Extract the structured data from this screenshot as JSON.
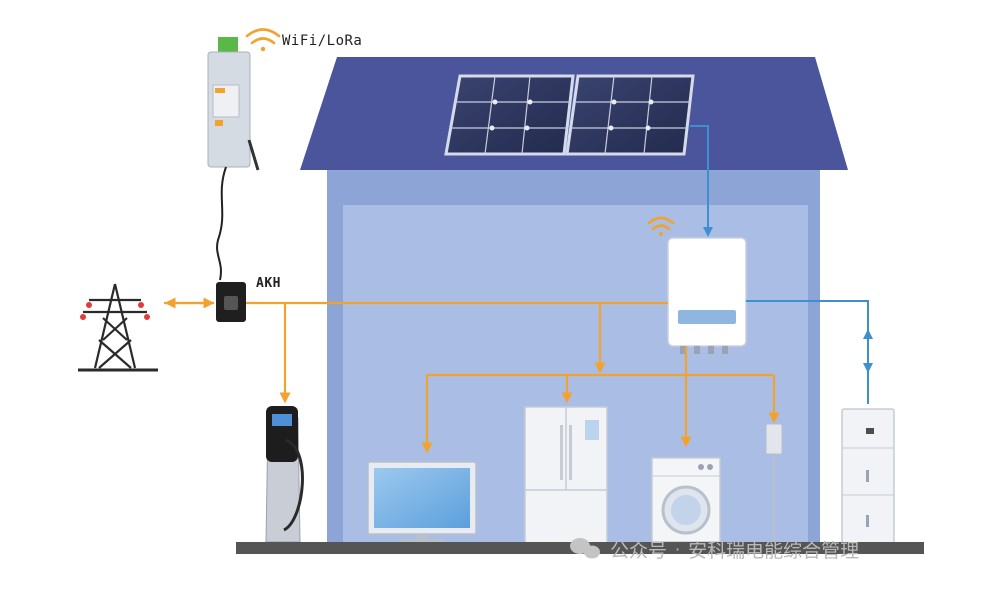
{
  "labels": {
    "wireless": "WiFi/LoRa",
    "meter": "AKH"
  },
  "watermark": {
    "account_type": "公众号",
    "separator": "·",
    "account_name": "安科瑞电能综合管理"
  },
  "colors": {
    "roof": "#4a559c",
    "house_outer": "#8ca4d6",
    "house_inner": "#a9bde5",
    "ac_power_line": "#f2a22e",
    "dc_power_line": "#3d8fd0",
    "ground": "#555555"
  },
  "icons": [
    "wifi-icon",
    "power-tower-icon",
    "ev-charger-icon",
    "solar-panel-icon",
    "inverter-icon",
    "tv-icon",
    "fridge-icon",
    "washing-machine-icon",
    "lamp-icon",
    "battery-icon",
    "wechat-icon"
  ]
}
